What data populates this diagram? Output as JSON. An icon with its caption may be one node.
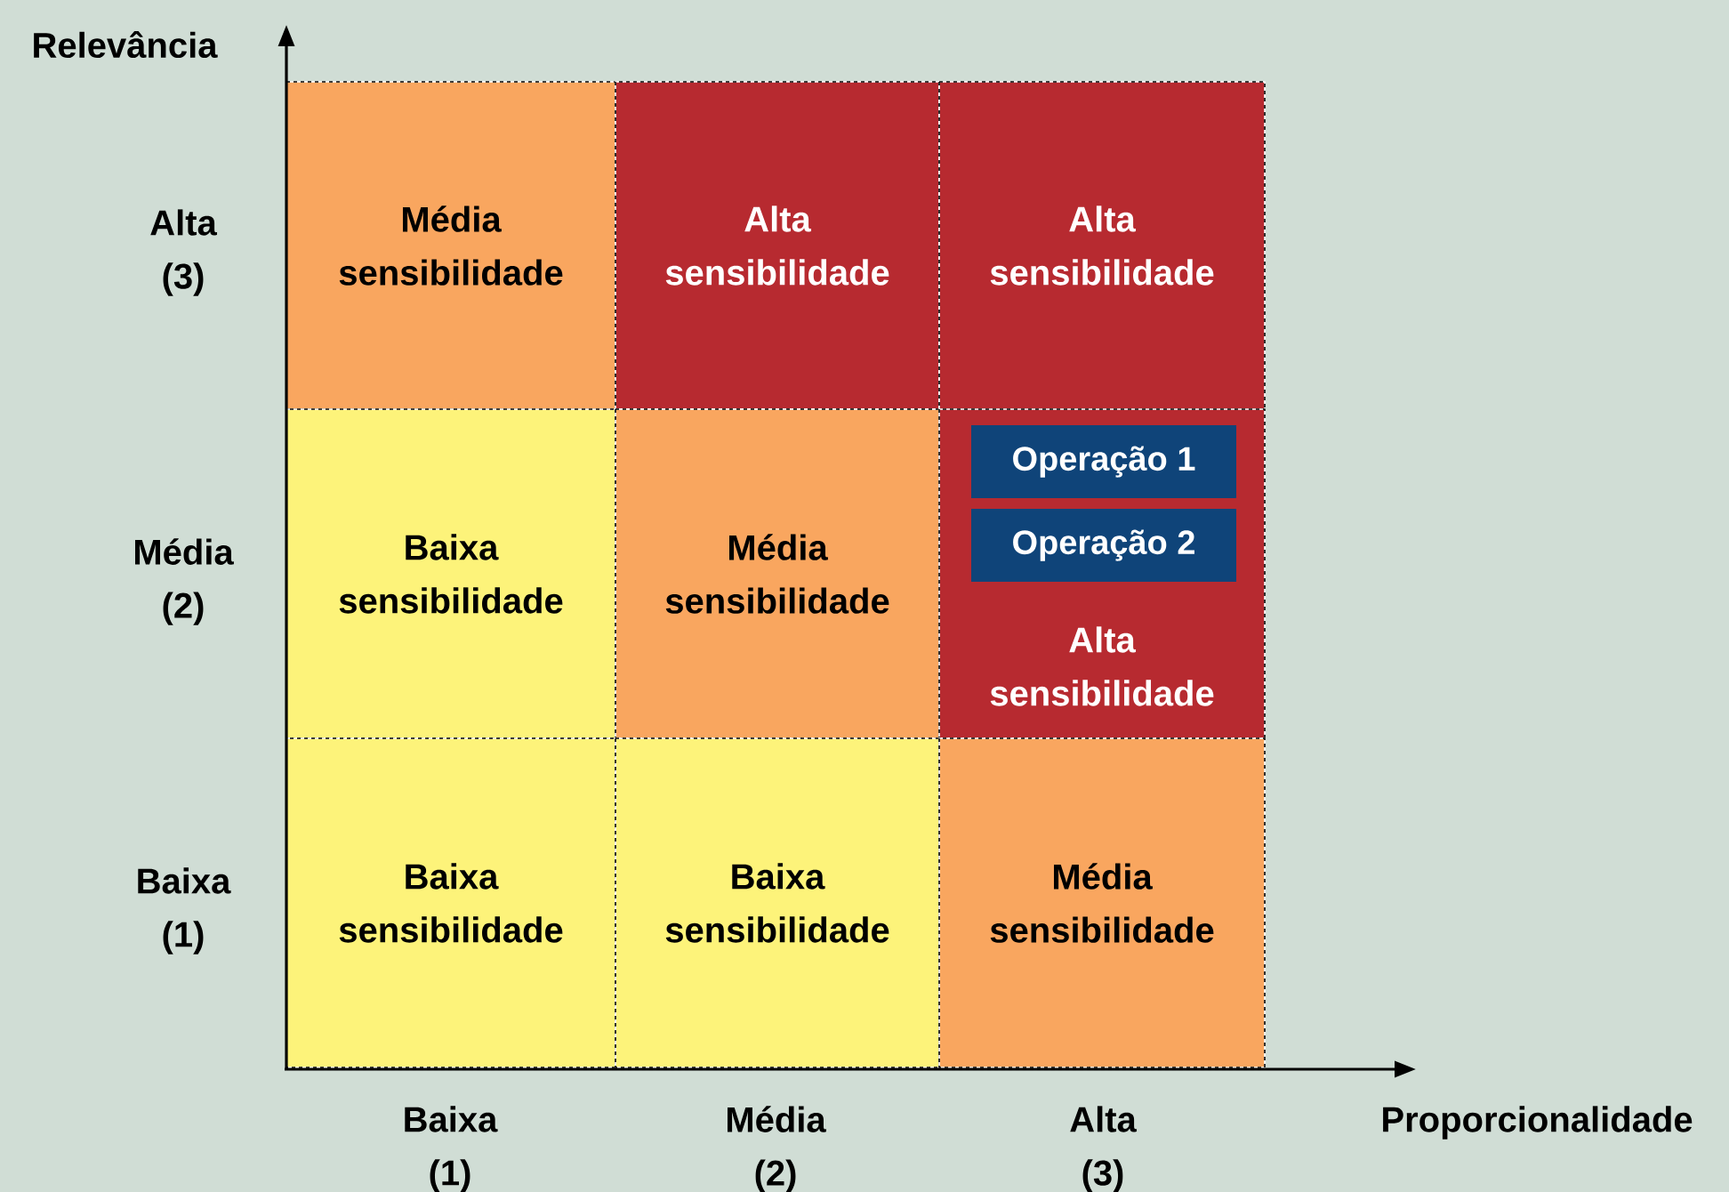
{
  "diagram": {
    "nodes": [
      {
        "text": [
          "Média sensibilidade"
        ]
      },
      {
        "text": [
          "Alta sensibilidade"
        ]
      },
      {
        "text": [
          "Alta sensibilidade"
        ]
      },
      {
        "text": [
          "Baixa sensibilidade"
        ]
      },
      {
        "text": [
          "Média sensibilidade"
        ]
      },
      {
        "text": [
          "Alta sensibilidade"
        ]
      },
      {
        "text": [
          "Operação 1"
        ],
        "in": 5
      },
      {
        "text": [
          "Operação 2"
        ],
        "in": 5
      },
      {
        "text": [
          "Baixa sensibilidade"
        ]
      },
      {
        "text": [
          "Baixa sensibilidade"
        ]
      },
      {
        "text": [
          "Média sensibilidade"
        ]
      }
    ],
    "labels": [
      "Relevância",
      "Alta (3)",
      "Média (2)",
      "Baixa (1)",
      "Baixa (1)",
      "Média (2)",
      "Alta (3)",
      "Proporcionalidade"
    ]
  }
}
